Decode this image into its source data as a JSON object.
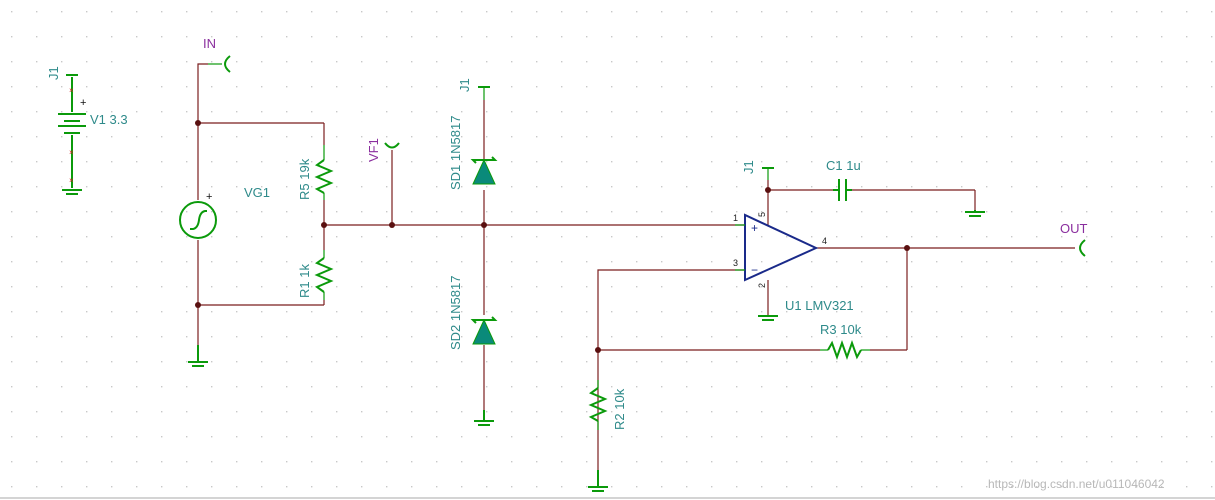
{
  "labels": {
    "v1_ref": "J1",
    "v1": "V1 3.3",
    "in": "IN",
    "vg1": "VG1",
    "r5": "R5 19k",
    "r1": "R1 1k",
    "vf1": "VF1",
    "sd1_ref": "J1",
    "sd1": "SD1 1N5817",
    "sd2": "SD2 1N5817",
    "u1_ref": "J1",
    "c1": "C1 1u",
    "out": "OUT",
    "u1": "U1 LMV321",
    "r3": "R3 10k",
    "r2": "R2 10k",
    "pin1": "1",
    "pin2": "2",
    "pin3": "3",
    "pin4": "4",
    "pin5": "5",
    "plus_v1": "+",
    "plus_vg": "+",
    "op_plus": "+",
    "op_minus": "−",
    "watermark": "https://blog.csdn.net/u011046042"
  },
  "colors": {
    "wire": "#7b1f1f",
    "component": "#0b9a0b",
    "diode_fill": "#0a8a7a",
    "opamp": "#1a2a8a",
    "label": "#2e8a8a",
    "netlabel": "#8a2e9e"
  }
}
